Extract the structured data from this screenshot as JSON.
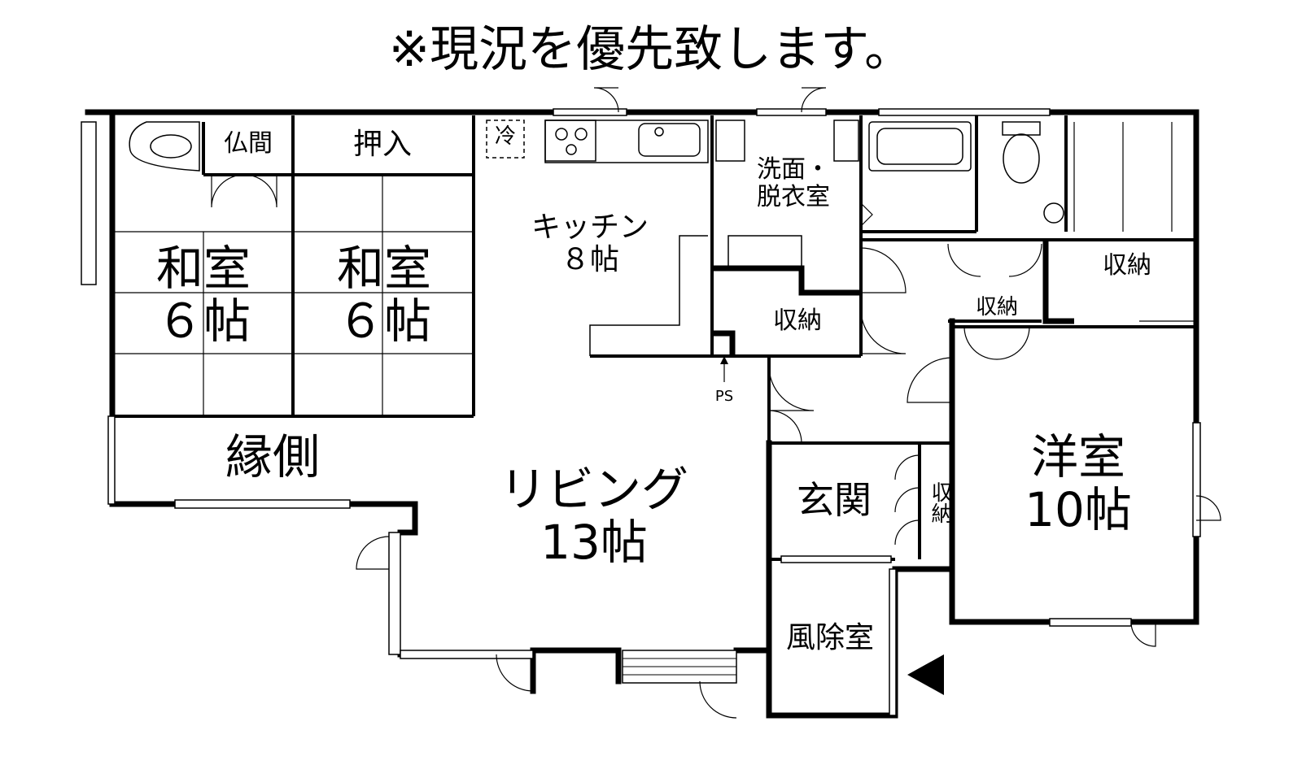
{
  "notice": "※現況を優先致します。",
  "rooms": {
    "washitsu_left": "和室\n６帖",
    "washitsu_right": "和室\n６帖",
    "butsuma": "仏間",
    "oshiire": "押入",
    "engawa": "縁側",
    "kitchen": "キッチン\n８帖",
    "refrigerator": "冷",
    "senmen": "洗面・\n脱衣室",
    "storage_kitchen": "収納",
    "storage_small": "収納",
    "storage_right": "収納",
    "living": "リビング\n13帖",
    "ps": "PS",
    "genkan": "玄関",
    "storage_genkan": "収納",
    "fujoshitsu": "風除室",
    "youshitsu": "洋室\n10帖"
  },
  "colors": {
    "wall": "#000000",
    "background": "#ffffff",
    "line": "#000000"
  }
}
